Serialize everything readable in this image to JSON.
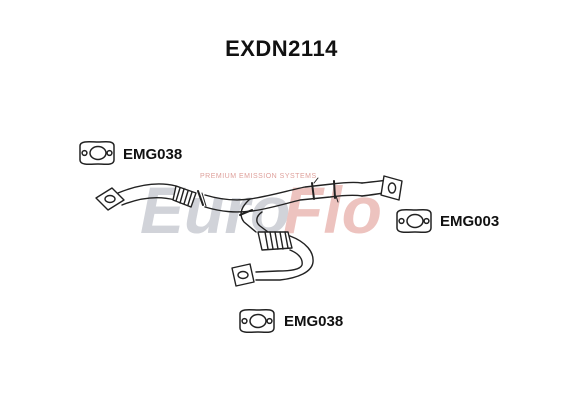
{
  "part_number": "EXDN2114",
  "watermark": {
    "brand": "EuroFlo",
    "tagline": "PREMIUM EMISSION SYSTEMS",
    "colors": {
      "euro": "#c9ccd3",
      "flo": "#e9b9b4"
    }
  },
  "gaskets": [
    {
      "code": "EMG038",
      "shape": "two-bolt oval flange",
      "position": "top-left"
    },
    {
      "code": "EMG003",
      "shape": "two-bolt oval flange",
      "position": "right"
    },
    {
      "code": "EMG038",
      "shape": "two-bolt oval flange",
      "position": "bottom"
    }
  ],
  "colors": {
    "line": "#222222",
    "background": "#ffffff"
  }
}
